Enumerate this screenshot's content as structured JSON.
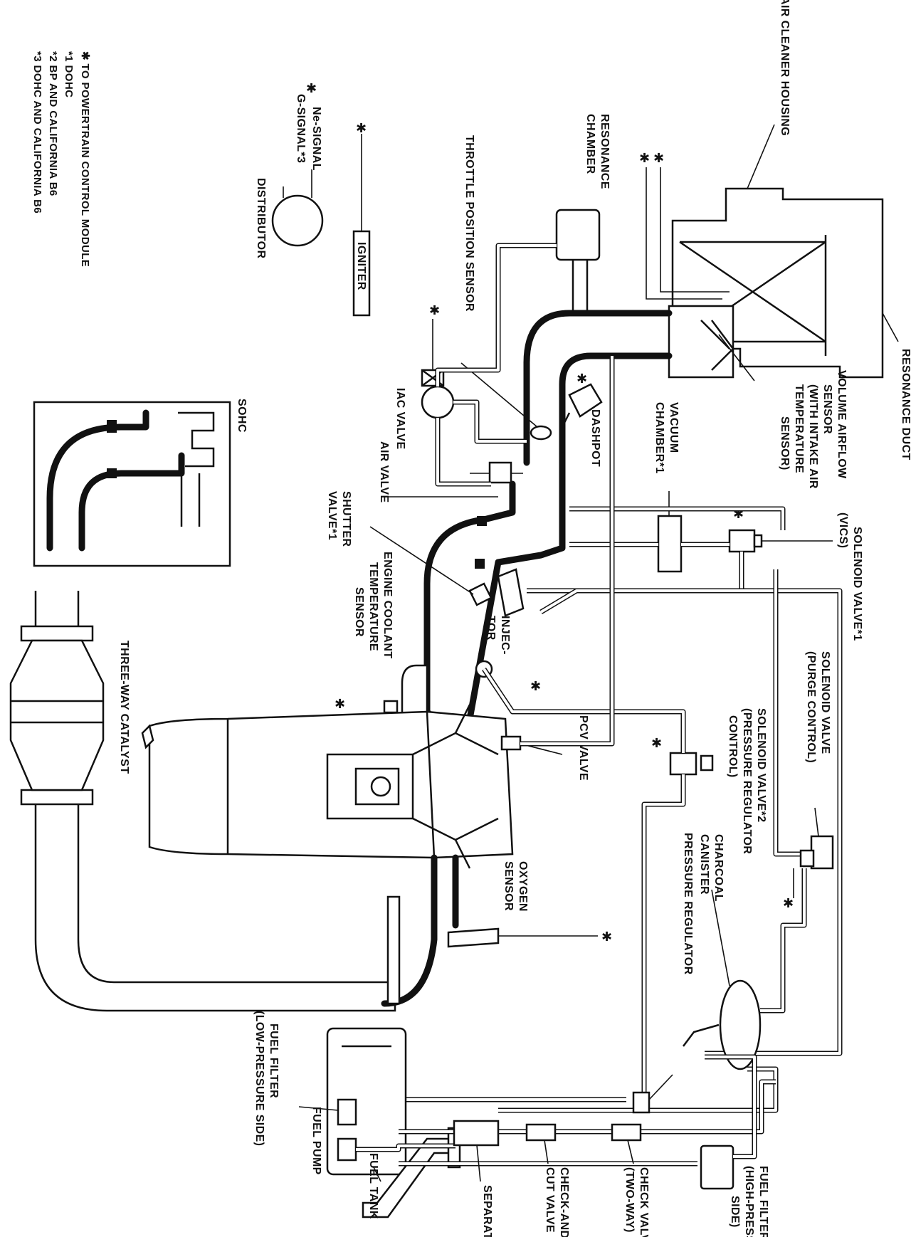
{
  "legend": {
    "items": [
      "✱ TO POWERTRAIN CONTROL MODULE",
      "*1 DOHC",
      "*2 BP AND CALIFORNIA B6",
      "*3 DOHC AND CALIFORNIA B6"
    ]
  },
  "inset": {
    "title": "SOHC"
  },
  "star": "✱",
  "labels": {
    "air_cleaner_housing": "AIR CLEANER HOUSING",
    "resonance_duct": "RESONANCE DUCT",
    "resonance_chamber_1": "RESONANCE",
    "resonance_chamber_2": "CHAMBER",
    "throttle_position_sensor": "THROTTLE POSITION SENSOR",
    "igniter": "IGNITER",
    "ne_signal": "Ne-SIGNAL",
    "g_signal": "G-SIGNAL*3",
    "distributor": "DISTRIBUTOR",
    "volume_airflow_1": "VOLUME AIRFLOW",
    "volume_airflow_2": "SENSOR",
    "volume_airflow_3": "(WITH INTAKE AIR",
    "volume_airflow_4": "TEMPERATURE",
    "volume_airflow_5": "SENSOR)",
    "vacuum_chamber_1": "VACUUM",
    "vacuum_chamber_2": "CHAMBER*1",
    "dashpot": "DASHPOT",
    "iac_valve": "IAC VALVE",
    "air_valve": "AIR VALVE",
    "solenoid_vics_1": "SOLENOID VALVE*1",
    "solenoid_vics_2": "(VICS)",
    "shutter_valve_1": "SHUTTER",
    "shutter_valve_2": "VALVE*1",
    "ect_sensor_1": "ENGINE COOLANT",
    "ect_sensor_2": "TEMPERATURE",
    "ect_sensor_3": "SENSOR",
    "injector_1": "INJEC-",
    "injector_2": "TOR",
    "solenoid_purge_1": "SOLENOID VALVE",
    "solenoid_purge_2": "(PURGE CONTROL)",
    "solenoid_prc_1": "SOLENOID VALVE*2",
    "solenoid_prc_2": "(PRESSURE REGULATOR",
    "solenoid_prc_3": "CONTROL)",
    "pcv_valve": "PCV VALVE",
    "three_way_catalyst": "THREE-WAY CATALYST",
    "charcoal_canister_1": "CHARCOAL",
    "charcoal_canister_2": "CANISTER",
    "pressure_regulator": "PRESSURE REGULATOR",
    "oxygen_sensor_1": "OXYGEN",
    "oxygen_sensor_2": "SENSOR",
    "fuel_filter_low_1": "FUEL FILTER",
    "fuel_filter_low_2": "(LOW-PRESSURE SIDE)",
    "fuel_pump": "FUEL PUMP",
    "fuel_tank": "FUEL TANK",
    "separator": "SEPARATOR",
    "check_cut_1": "CHECK-AND-",
    "check_cut_2": "CUT VALVE",
    "check_two_way_1": "CHECK VALVE",
    "check_two_way_2": "(TWO-WAY)",
    "fuel_filter_high_1": "FUEL FILTER",
    "fuel_filter_high_2": "(HIGH-PRESSURE",
    "fuel_filter_high_3": "SIDE)"
  }
}
